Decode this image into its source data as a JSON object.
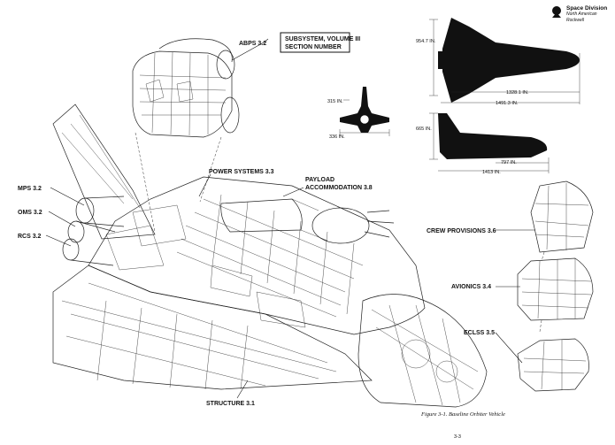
{
  "brand": {
    "line1": "Space Division",
    "line2": "North American Rockwell"
  },
  "legend_box": {
    "line1": "SUBSYSTEM, VOLUME III",
    "line2": "SECTION NUMBER"
  },
  "labels": {
    "abps": "ABPS 3.2",
    "power": "POWER SYSTEMS 3.3",
    "payload1": "PAYLOAD",
    "payload2": "ACCOMMODATION 3.8",
    "mps": "MPS 3.2",
    "oms": "OMS 3.2",
    "rcs": "RCS 3.2",
    "crew": "CREW PROVISIONS 3.6",
    "avionics": "AVIONICS 3.4",
    "eclss": "ECLSS 3.5",
    "structure": "STRUCTURE 3.1"
  },
  "dimensions": {
    "span": "954.7 IN.",
    "len_top1": "1328.1 IN.",
    "len_top2": "1491.3 IN.",
    "front_top": "315 IN.",
    "front_width": "336 IN.",
    "side_height": "665 IN.",
    "side_len1": "797 IN.",
    "side_len2": "1413 IN."
  },
  "caption": "Figure 3-1.  Baseline Orbiter Vehicle",
  "page_number": "3-3"
}
